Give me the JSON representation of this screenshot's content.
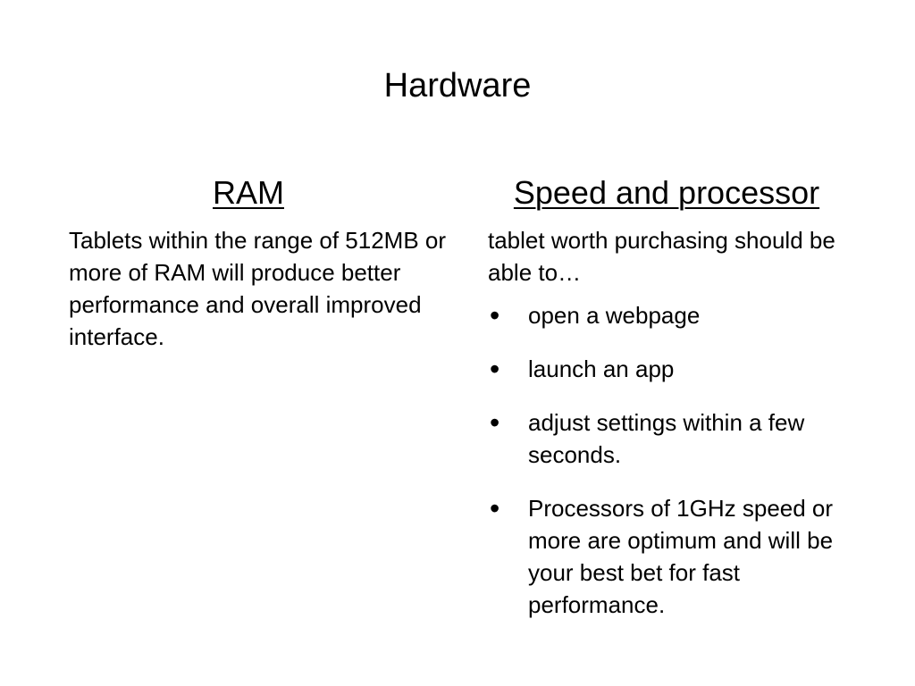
{
  "slide": {
    "title": "Hardware",
    "left": {
      "heading": "RAM",
      "body": "Tablets within the range of 512MB or more of RAM will produce better performance and overall improved interface."
    },
    "right": {
      "heading": "Speed and processor",
      "intro": "tablet worth purchasing should be able to…",
      "bullets": [
        "open a webpage",
        "launch an app",
        "adjust settings within a few seconds.",
        "Processors of 1GHz speed or more are optimum and will be your best bet for fast performance."
      ]
    }
  }
}
